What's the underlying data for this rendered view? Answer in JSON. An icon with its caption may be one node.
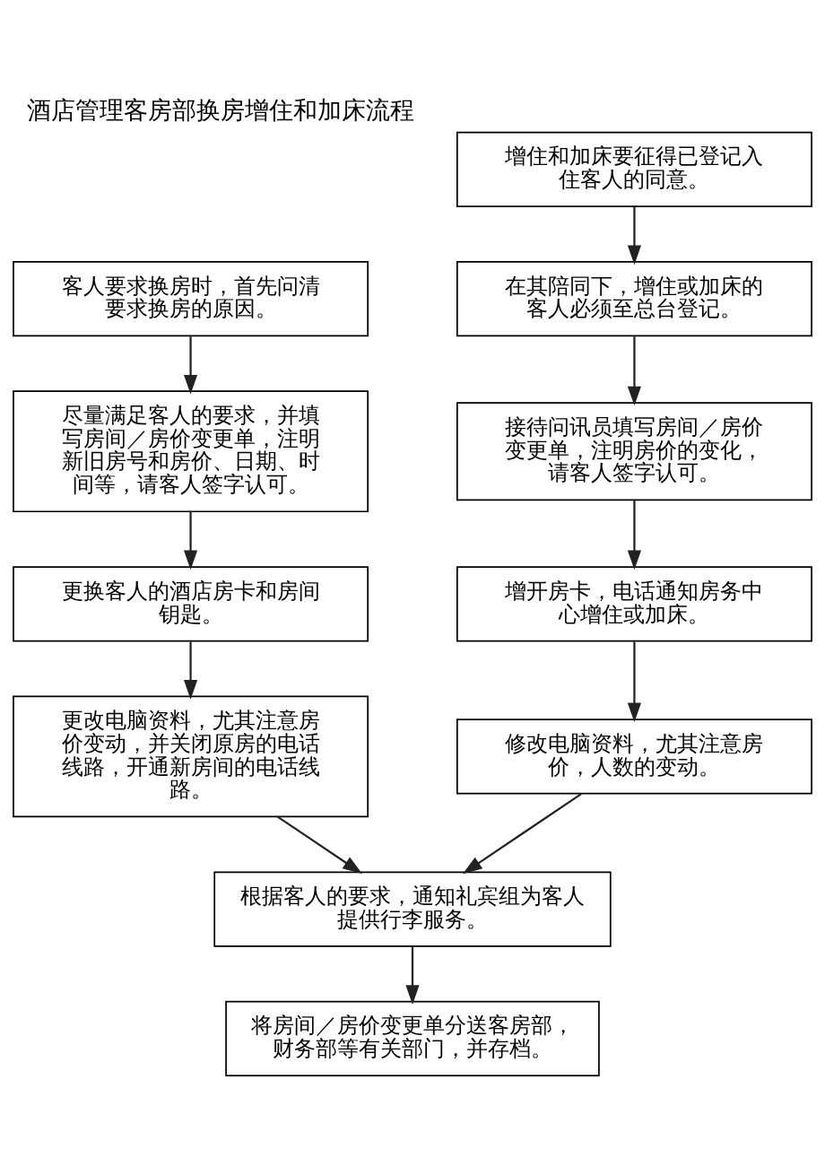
{
  "diagram": {
    "title": "酒店管理客房部换房增住和加床流程",
    "nodes": [
      {
        "text": [
          "客人要求换房时，首先问清要求换房的原因。"
        ]
      },
      {
        "text": [
          "尽量满足客人的要求，并填写房间／房价变更单，注明新旧房号和房价、日期、时间等，请客人签字认可。"
        ]
      },
      {
        "text": [
          "更换客人的酒店房卡和房间钥匙。"
        ]
      },
      {
        "text": [
          "更改电脑资料，尤其注意房价变动，并关闭原房的电话线路，开通新房间的电话线路。"
        ]
      },
      {
        "text": [
          "增住和加床要征得已登记入住客人的同意。"
        ]
      },
      {
        "text": [
          "在其陪同下，增住或加床的客人必须至总台登记。"
        ]
      },
      {
        "text": [
          "接待问讯员填写房间／房价变更单，注明房价的变化，请客人签字认可。"
        ]
      },
      {
        "text": [
          "增开房卡，电话通知房务中心增住或加床。"
        ]
      },
      {
        "text": [
          "修改电脑资料，尤其注意房价，人数的变动。"
        ]
      },
      {
        "text": [
          "根据客人的要求，通知礼宾组为客人提供行李服务。"
        ]
      },
      {
        "text": [
          "将房间／房价变更单分送客房部，财务部等有关部门，并存档。"
        ]
      }
    ],
    "edges": [
      {
        "from": 0,
        "to": 1,
        "arrow": "to"
      },
      {
        "from": 1,
        "to": 2,
        "arrow": "to"
      },
      {
        "from": 2,
        "to": 3,
        "arrow": "to"
      },
      {
        "from": 4,
        "to": 5,
        "arrow": "to"
      },
      {
        "from": 5,
        "to": 6,
        "arrow": "to"
      },
      {
        "from": 6,
        "to": 7,
        "arrow": "to"
      },
      {
        "from": 7,
        "to": 8,
        "arrow": "to"
      },
      {
        "from": 3,
        "to": 9,
        "arrow": "to"
      },
      {
        "from": 8,
        "to": 9,
        "arrow": "to"
      },
      {
        "from": 9,
        "to": 10,
        "arrow": "to"
      }
    ]
  }
}
